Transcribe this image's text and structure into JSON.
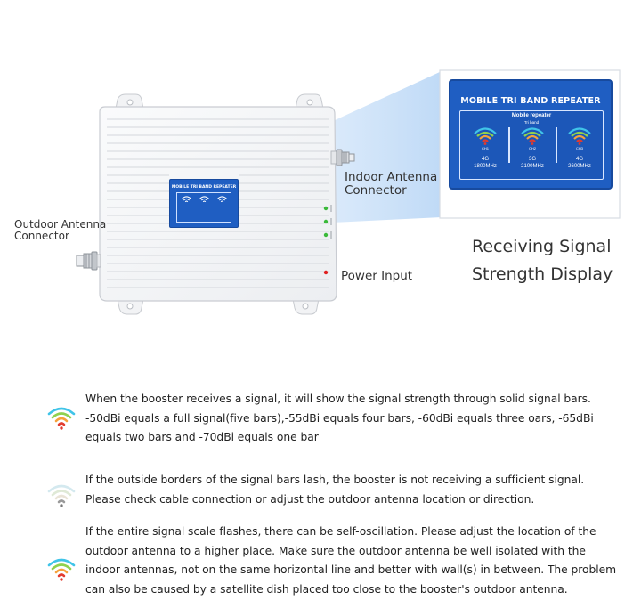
{
  "callouts": {
    "outdoor_antenna": "Outdoor Antenna Connector",
    "indoor_antenna": "Indoor Antenna Connector",
    "power_input": "Power Input",
    "zoom_title_line1": "Receiving Signal",
    "zoom_title_line2": "Strength Display"
  },
  "panel": {
    "title": "MOBILE TRI BAND REPEATER",
    "subtitle_line1": "Mobile repeater",
    "subtitle_line2": "Tri band",
    "bands": [
      {
        "channel": "CH1",
        "generation": "4G",
        "frequency": "1800MHz"
      },
      {
        "channel": "CH2",
        "generation": "3G",
        "frequency": "2100MHz"
      },
      {
        "channel": "CH3",
        "generation": "4G",
        "frequency": "2600MHz"
      }
    ]
  },
  "notes": [
    {
      "icon": "signal-full-icon",
      "lines": [
        "When the booster receives a signal, it will show the signal strength through solid signal bars.",
        "-50dBi equals a full signal(five bars),-55dBi equals four bars, -60dBi equals three oars, -65dBi",
        "equals two bars and -70dBi equals one bar"
      ]
    },
    {
      "icon": "signal-faint-icon",
      "lines": [
        "If the outside borders of the signal bars lash, the booster is not receiving a sufficient signal.",
        "Please check cable connection or adjust the outdoor antenna location or direction."
      ]
    },
    {
      "icon": "signal-full-icon",
      "lines": [
        "If the entire signal scale flashes, there can be self-oscillation. Please adjust the location of the",
        "outdoor antenna to a higher place. Make sure the outdoor antenna be well isolated with the",
        "indoor antennas, not on the same horizontal line and better with wall(s) in between. The problem",
        "can also be caused by a satellite dish placed too close to the booster's outdoor antenna."
      ]
    }
  ],
  "colors": {
    "panel_blue": "#1f5ec2",
    "beam_blue": "#cfe3fa",
    "signal_red": "#e23b2e",
    "signal_orange": "#f6a23a",
    "signal_green": "#8fd14f",
    "signal_cyan": "#40c4e8",
    "led_green": "#3aba3a",
    "led_red": "#e02020"
  }
}
